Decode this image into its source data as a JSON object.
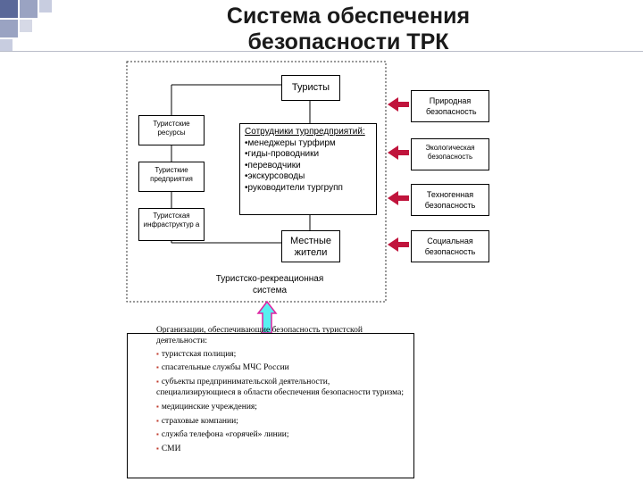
{
  "title": {
    "line1": "Система обеспечения",
    "line2": "безопасности ТРК"
  },
  "nodes": {
    "tourists": "Туристы",
    "resources": "Туристские ресурсы",
    "enterprises": "Туристкие предприятия",
    "infrastructure": "Туристская инфраструктур а",
    "employees_title": "Сотрудники турпредприятий:",
    "employees": [
      "•менеджеры турфирм",
      "•гиды-проводники",
      "•переводчики",
      "•экскурсоводы",
      "•руководители тургрупп"
    ],
    "locals": "Местные жители"
  },
  "system_label": "Туристско-рекреационная система",
  "safety": [
    "Природная безопасность",
    "Экологическая безопасность",
    "Техногенная безопасность",
    "Социальная безопасность"
  ],
  "organizations": {
    "title": "Организации, обеспечивающие безопасность туристской деятельности:",
    "items": [
      "туристская полиция;",
      "спасательные службы МЧС России",
      "субъекты предпринимательской деятельности, специализирующиеся в области обеспечения безопасности туризма;",
      "медицинские учреждения;",
      "страховые компании;",
      "служба телефона «горячей» линии;",
      "СМИ"
    ]
  },
  "colors": {
    "arrow_red": "#c0143c",
    "arrow_cyan": "#58f0f0",
    "arrow_magenta": "#e020a0",
    "deco_blue": "#4d5a8c"
  }
}
